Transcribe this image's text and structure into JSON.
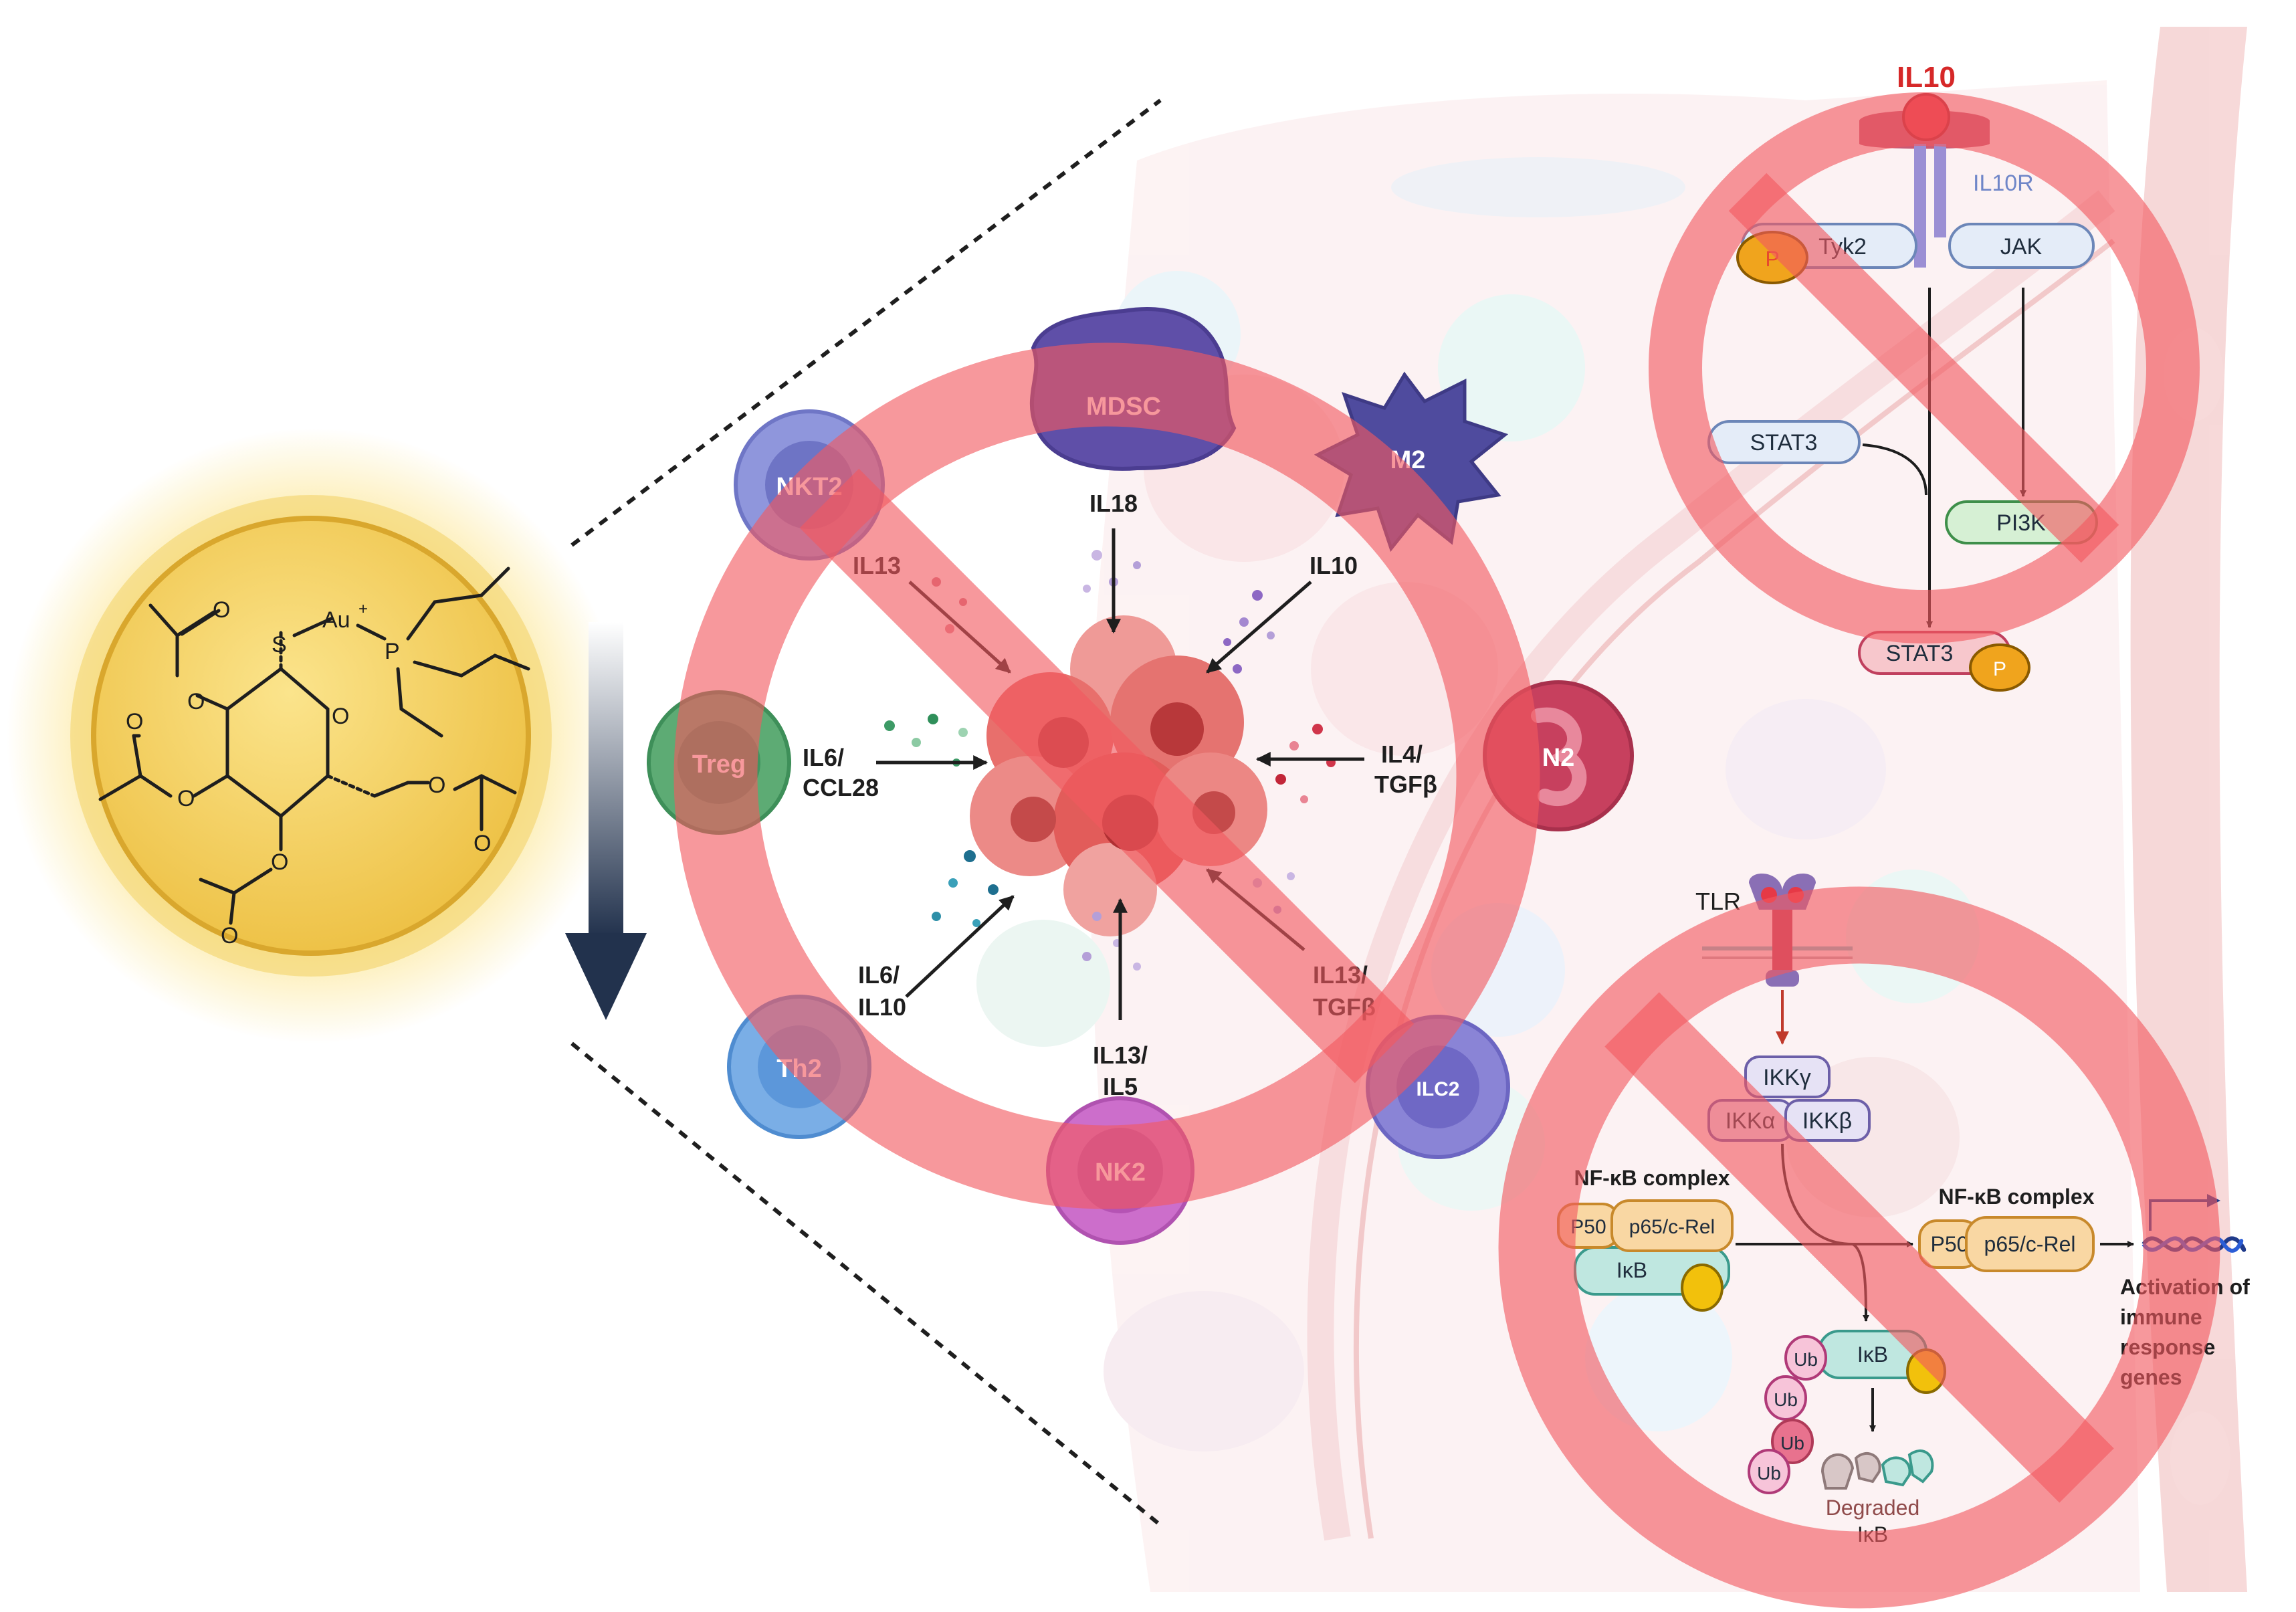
{
  "compound": {
    "sulfur": "S",
    "gold": "Au",
    "charge": "+",
    "phosphorus": "P",
    "oxygen": "O"
  },
  "cells": {
    "mdsc": "MDSC",
    "m2": "M2",
    "nkt2": "NKT2",
    "treg": "Treg",
    "n2": "N2",
    "th2": "Th2",
    "ilc2": "ILC2",
    "nk2": "NK2"
  },
  "cytokines": {
    "il18": "IL18",
    "il13": "IL13",
    "il10": "IL10",
    "il6_ccl28": [
      "IL6/",
      "CCL28"
    ],
    "il4_tgfb": [
      "IL4/",
      "TGFβ"
    ],
    "il6_il10": [
      "IL6/",
      "IL10"
    ],
    "il13_il5": [
      "IL13/",
      "IL5"
    ],
    "il13_tgfb": [
      "IL13/",
      "TGFβ"
    ]
  },
  "il10_pathway": {
    "ligand": "IL10",
    "receptor": "IL10R",
    "tyk2": "Tyk2",
    "jak": "JAK",
    "stat3": "STAT3",
    "pi3k": "PI3K",
    "stat3_phos": "STAT3",
    "phospho": "P"
  },
  "nfkb_pathway": {
    "tlr": "TLR",
    "ikk_gamma": "IKKγ",
    "ikk_alpha": "IKKα",
    "ikk_beta": "IKKβ",
    "complex_title": "NF-κB complex",
    "p50": "P50",
    "p65": "p65/c-Rel",
    "ikb": "IκB",
    "ub": "Ub",
    "degraded": [
      "Degraded",
      "IκB"
    ],
    "activation": [
      "Activation of",
      "immune",
      "response",
      "genes"
    ]
  },
  "colors": {
    "prohibition": "#f2585f",
    "arrow_dark": "#2b3a55",
    "compound_glow": "#f7c948"
  }
}
